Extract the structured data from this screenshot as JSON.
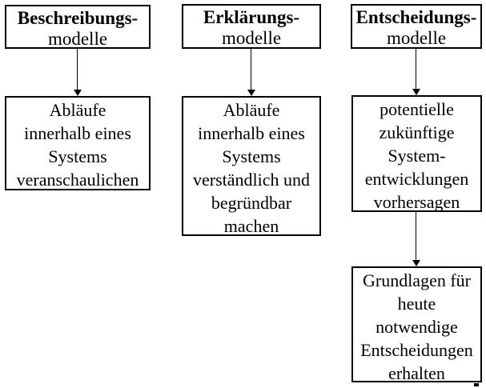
{
  "diagram": {
    "title_implicit": "Modellarten",
    "colors": {
      "border": "#000000",
      "background": "#ffffff",
      "text": "#000000"
    },
    "columns": [
      {
        "header": {
          "line1": "Beschreibungs-",
          "line2": "modelle"
        },
        "purpose_box": {
          "lines": [
            "Abläufe",
            "innerhalb eines",
            "Systems",
            "veranschaulichen"
          ]
        }
      },
      {
        "header": {
          "line1": "Erklärungs-",
          "line2": "modelle"
        },
        "purpose_box": {
          "lines": [
            "Abläufe",
            "innerhalb eines",
            "Systems",
            "verständlich und",
            "begründbar",
            "machen"
          ]
        }
      },
      {
        "header": {
          "line1": "Entscheidungs-",
          "line2": "modelle"
        },
        "purpose_box": {
          "lines": [
            "potentielle",
            "zukünftige",
            "System-",
            "entwicklungen",
            "vorhersagen"
          ]
        },
        "result_box": {
          "lines": [
            "Grundlagen für",
            "heute",
            "notwendige",
            "Entscheidungen",
            "erhalten"
          ]
        }
      }
    ]
  }
}
